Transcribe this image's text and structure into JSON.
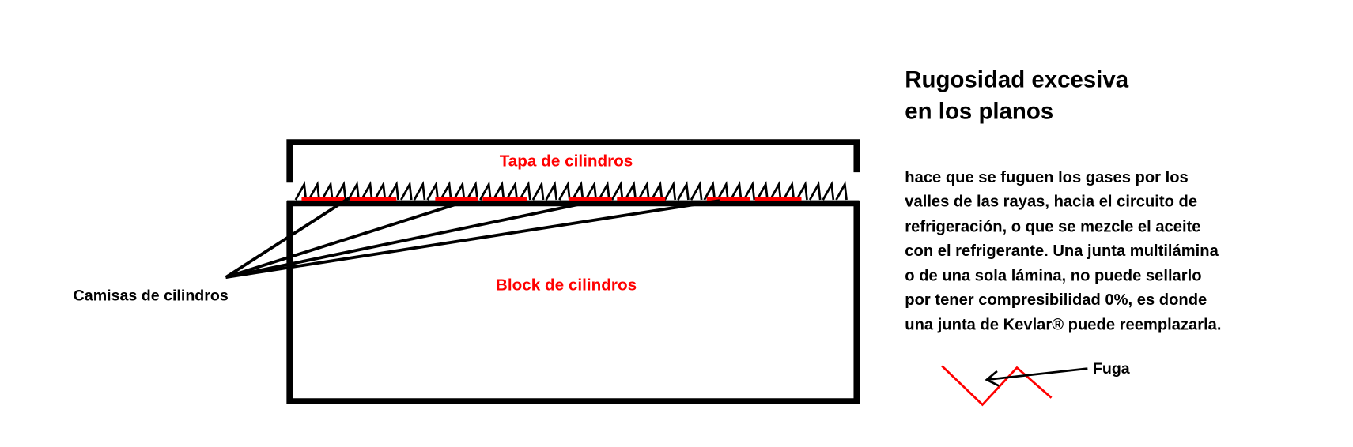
{
  "title": [
    "Rugosidad excesiva",
    "en los planos"
  ],
  "paragraph": [
    "hace que se fuguen los gases por los",
    "valles de las rayas, hacia el circuito de",
    "refrigeración, o que se mezcle el aceite",
    "con el refrigerante. Una junta multilámina",
    "o de una sola lámina, no puede sellarlo",
    "por tener compresibilidad 0%, es donde",
    "una junta de Kevlar® puede reemplazarla."
  ],
  "labels": {
    "head": "Tapa de cilindros",
    "block": "Block de cilindros",
    "liners": "Camisas de cilindros",
    "leak": "Fuga"
  },
  "colors": {
    "accent": "#ff0000",
    "ink": "#000000"
  }
}
